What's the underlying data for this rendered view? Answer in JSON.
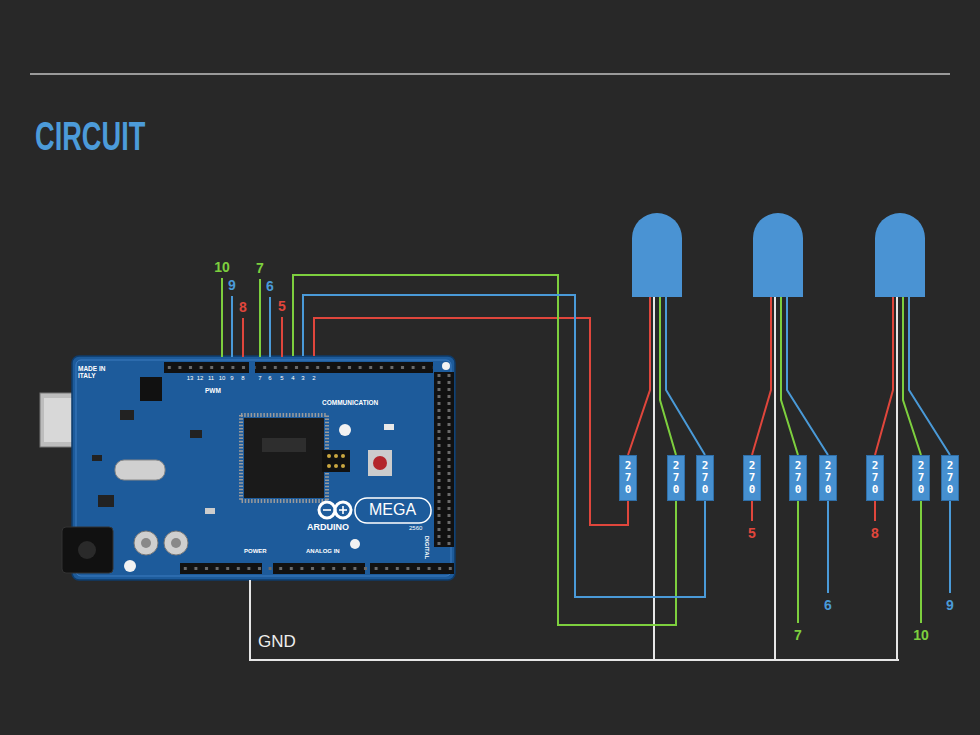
{
  "diagram": {
    "title": "CIRCUIT",
    "nodes": [
      {
        "text": [
          "MADE IN ITALY",
          "PWM",
          "COMMUNICATION",
          "ARDUINO",
          "MEGA",
          "2560",
          "POWER",
          "ANALOG IN",
          "DIGITAL"
        ]
      },
      {
        "text": [
          "270"
        ]
      },
      {
        "text": [
          "270"
        ]
      },
      {
        "text": [
          "270"
        ]
      },
      {
        "text": [
          "270"
        ]
      },
      {
        "text": [
          "270"
        ]
      },
      {
        "text": [
          "270"
        ]
      },
      {
        "text": [
          "270"
        ]
      },
      {
        "text": [
          "270"
        ]
      },
      {
        "text": [
          "270"
        ]
      }
    ],
    "edges": [
      {
        "from": 0,
        "to": 1,
        "arrow": "none"
      },
      {
        "from": 0,
        "to": 2,
        "arrow": "none"
      },
      {
        "from": 0,
        "to": 3,
        "arrow": "none"
      }
    ],
    "labels": [
      "10",
      "9",
      "8",
      "7",
      "6",
      "5",
      "13",
      "12",
      "11",
      "10",
      "9",
      "8",
      "7",
      "6",
      "5",
      "4",
      "3",
      "2",
      "5",
      "7",
      "6",
      "8",
      "10",
      "9",
      "GND"
    ]
  }
}
